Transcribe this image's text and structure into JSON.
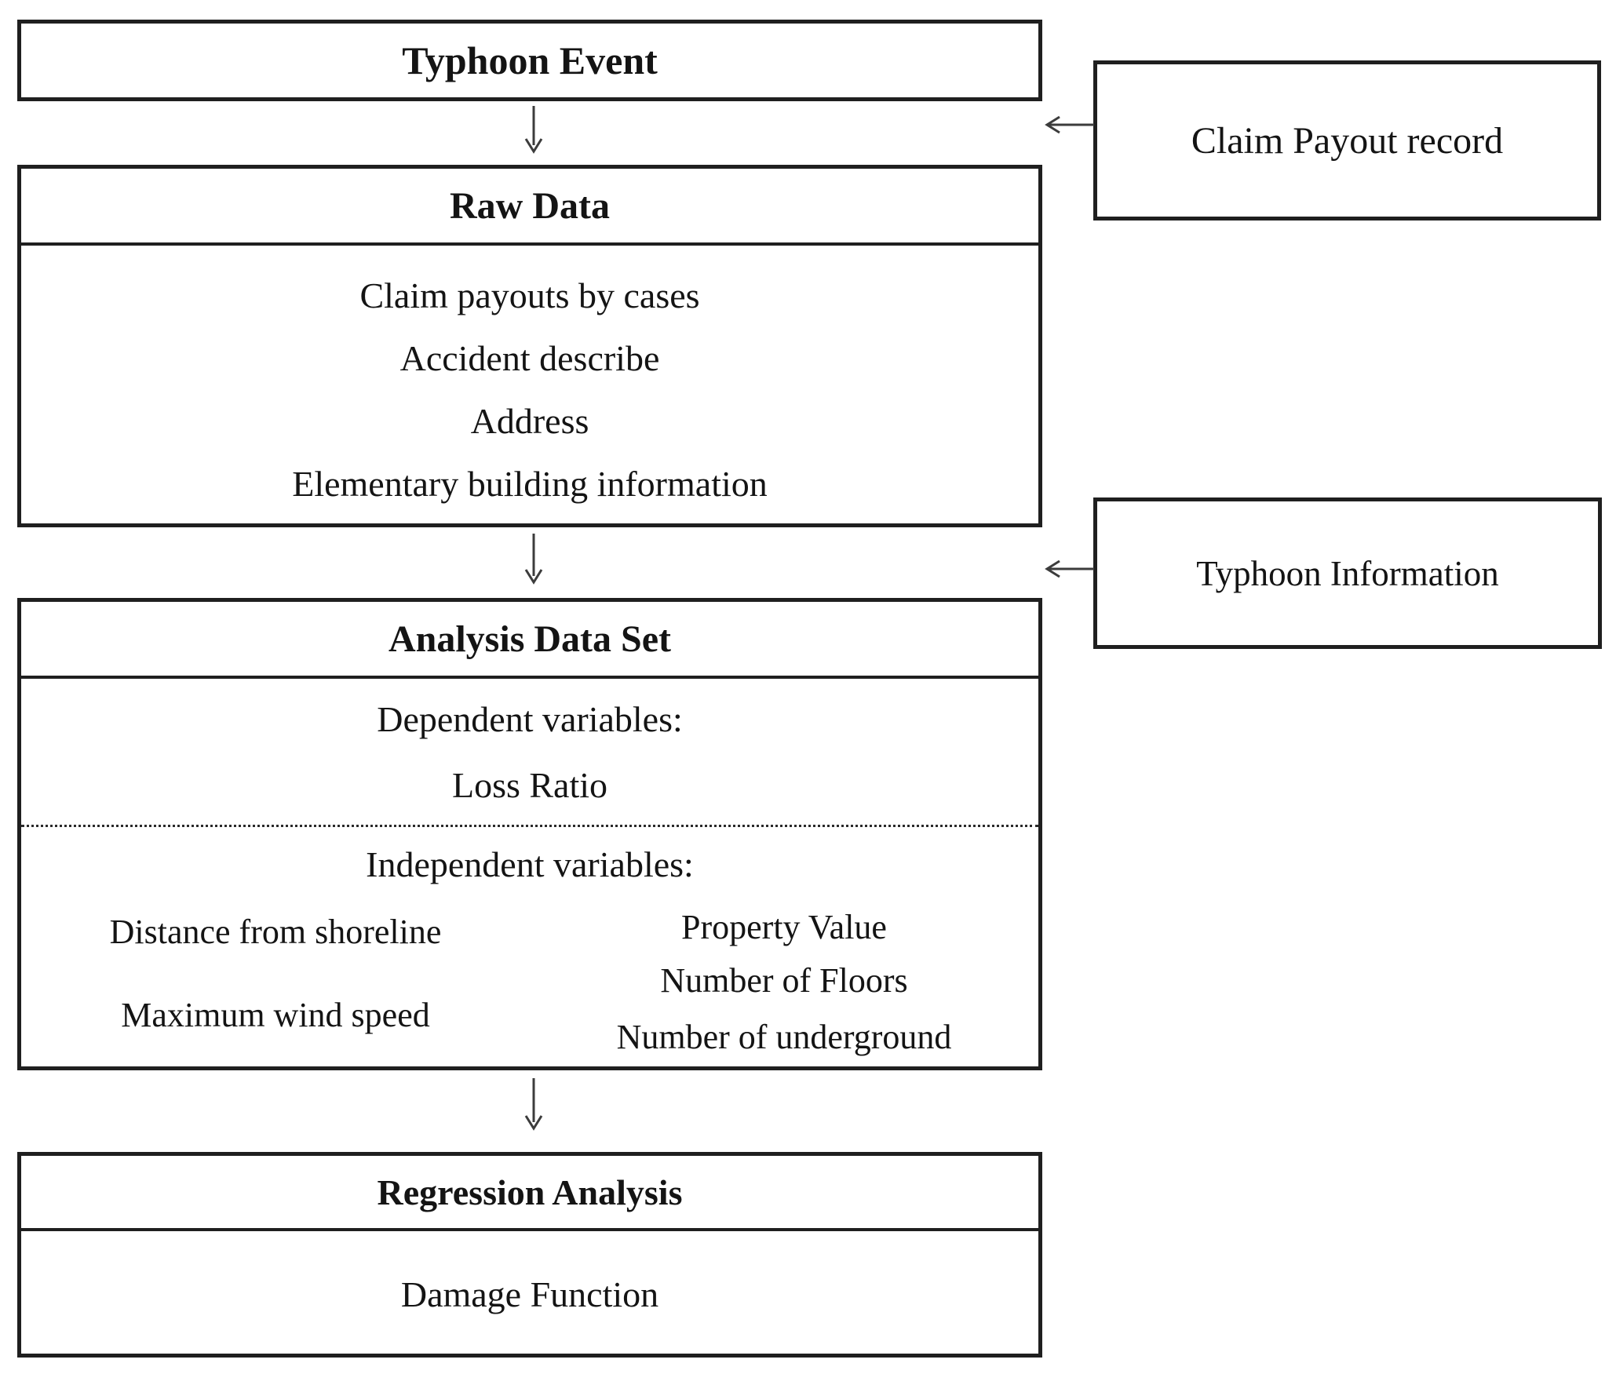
{
  "diagram": {
    "main_flow": {
      "typhoon_event": {
        "title": "Typhoon Event"
      },
      "raw_data": {
        "title": "Raw Data",
        "items": [
          "Claim payouts by cases",
          "Accident describe",
          "Address",
          "Elementary building information"
        ]
      },
      "analysis_data_set": {
        "title": "Analysis Data Set",
        "dependent_label": "Dependent variables:",
        "dependent_items": [
          "Loss Ratio"
        ],
        "independent_label": "Independent variables:",
        "independent_left": [
          "Distance from shoreline",
          "Maximum wind speed"
        ],
        "independent_right": [
          "Property Value",
          "Number of Floors",
          "Number of underground"
        ]
      },
      "regression": {
        "title": "Regression Analysis",
        "output": "Damage Function"
      }
    },
    "inputs": {
      "claim_payout": {
        "label": "Claim Payout record"
      },
      "typhoon_information": {
        "label": "Typhoon Information"
      }
    },
    "colors": {
      "border": "#1f1f1f",
      "text": "#141414",
      "arrow": "#3c3c3c",
      "background": "#ffffff"
    }
  }
}
